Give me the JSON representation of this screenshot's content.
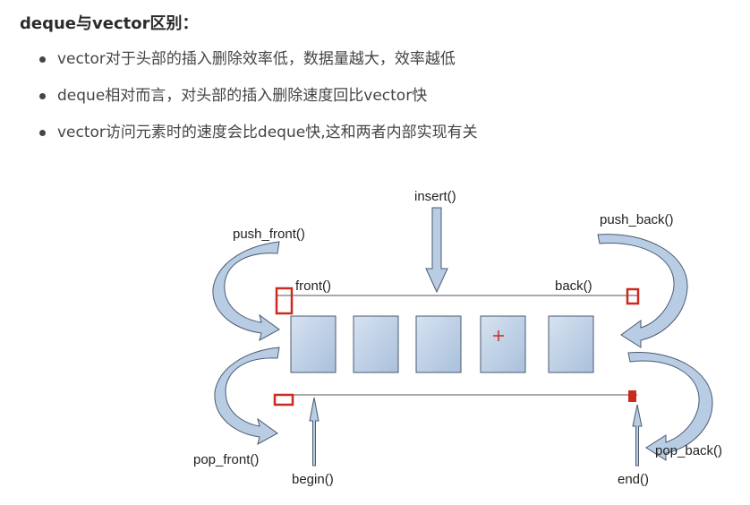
{
  "title": "deque与vector区别：",
  "bullets": [
    "vector对于头部的插入删除效率低，数据量越大，效率越低",
    "deque相对而言，对头部的插入删除速度回比vector快",
    "vector访问元素时的速度会比deque快,这和两者内部实现有关"
  ],
  "diagram": {
    "labels": {
      "insert": "insert()",
      "push_front": "push_front()",
      "push_back": "push_back()",
      "front": "front()",
      "back": "back()",
      "pop_front": "pop_front()",
      "pop_back": "pop_back()",
      "begin": "begin()",
      "end": "end()"
    },
    "cell_count": 5,
    "colors": {
      "cell_fill": "#b8cce4",
      "cell_stroke": "#4a5a70",
      "arrow_fill": "#b8cce4",
      "marker": "#cc2a1e"
    }
  }
}
